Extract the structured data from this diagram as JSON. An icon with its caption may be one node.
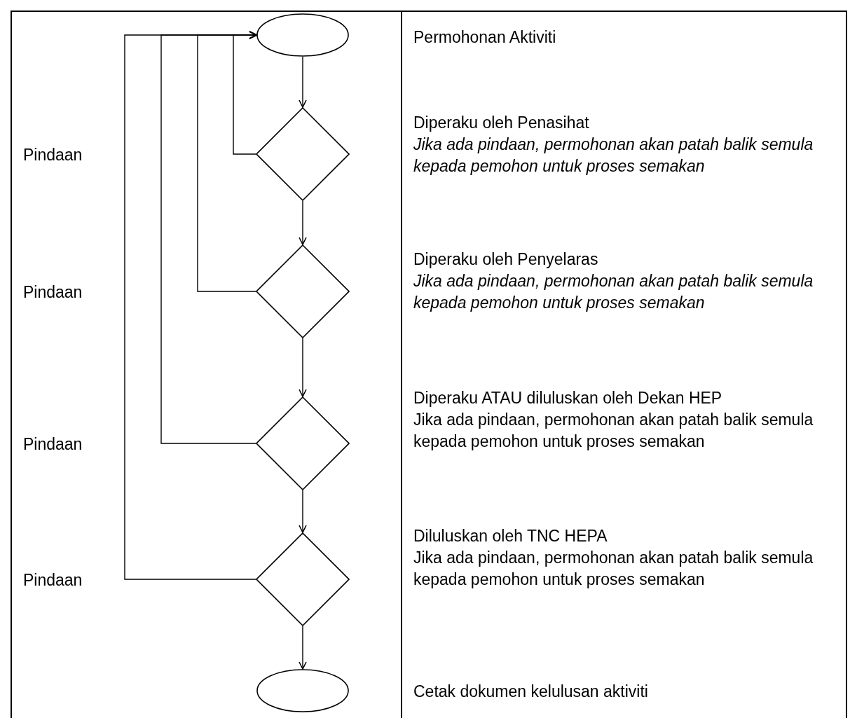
{
  "diagram": {
    "nodes": [
      {
        "text": [],
        "shape": "ellipse"
      },
      {
        "text": [],
        "shape": "diamond"
      },
      {
        "text": [],
        "shape": "diamond"
      },
      {
        "text": [],
        "shape": "diamond"
      },
      {
        "text": [],
        "shape": "diamond"
      },
      {
        "text": [],
        "shape": "ellipse"
      }
    ],
    "edges": [
      {
        "from": 0,
        "to": 1,
        "arrow": "to"
      },
      {
        "from": 1,
        "to": 2,
        "arrow": "to"
      },
      {
        "from": 2,
        "to": 3,
        "arrow": "to"
      },
      {
        "from": 3,
        "to": 4,
        "arrow": "to"
      },
      {
        "from": 4,
        "to": 5,
        "arrow": "to"
      },
      {
        "from": 1,
        "to": 0,
        "arrow": "to"
      },
      {
        "from": 2,
        "to": 0,
        "arrow": "to"
      },
      {
        "from": 3,
        "to": 0,
        "arrow": "to"
      },
      {
        "from": 4,
        "to": 0,
        "arrow": "to"
      }
    ],
    "labels": [
      "Permohonan Aktiviti",
      "Pindaan",
      "Diperaku oleh Penasihat",
      "Jika ada pindaan, permohonan akan patah balik semula kepada pemohon untuk proses semakan",
      "Pindaan",
      "Diperaku oleh Penyelaras",
      "Jika ada pindaan, permohonan akan patah balik semula kepada pemohon untuk proses semakan",
      "Pindaan",
      "Diperaku ATAU diluluskan oleh Dekan HEP",
      "Jika ada pindaan, permohonan akan patah balik semula kepada pemohon untuk proses semakan",
      "Pindaan",
      "Diluluskan oleh TNC HEPA",
      "Jika ada pindaan, permohonan akan patah balik semula kepada pemohon untuk proses semakan",
      "Cetak dokumen kelulusan aktiviti"
    ]
  }
}
